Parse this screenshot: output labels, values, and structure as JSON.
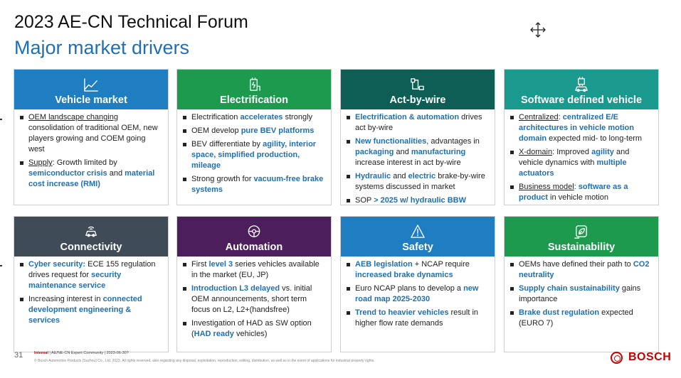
{
  "header": {
    "title": "2023 AE-CN Technical Forum",
    "subtitle": "Major market drivers"
  },
  "cards": [
    {
      "title": "Vehicle market",
      "color": "#1f7dc2",
      "icon": "trend-chart-icon",
      "bullets": [
        [
          {
            "t": "OEM landscape changing",
            "s": "u"
          },
          {
            "t": " consolidation of traditional OEM, new players growing and COEM going west"
          }
        ],
        [
          {
            "t": "Supply",
            "s": "u"
          },
          {
            "t": ": Growth limited by "
          },
          {
            "t": "semiconductor crisis",
            "s": "b"
          },
          {
            "t": " and "
          },
          {
            "t": "material cost increase (RMI)",
            "s": "b"
          }
        ]
      ]
    },
    {
      "title": "Electrification",
      "color": "#1e9a4f",
      "icon": "charging-plug-icon",
      "bullets": [
        [
          {
            "t": "Electrification "
          },
          {
            "t": "accelerates",
            "s": "b"
          },
          {
            "t": " strongly"
          }
        ],
        [
          {
            "t": "OEM develop "
          },
          {
            "t": "pure BEV platforms",
            "s": "b"
          }
        ],
        [
          {
            "t": "BEV differentiate by "
          },
          {
            "t": "agility, interior space, simplified production, mileage",
            "s": "b"
          }
        ],
        [
          {
            "t": "Strong growth for "
          },
          {
            "t": "vacuum-free brake systems",
            "s": "b"
          }
        ]
      ]
    },
    {
      "title": "Act-by-wire",
      "color": "#0f5e55",
      "icon": "network-wire-icon",
      "bullets": [
        [
          {
            "t": "Electrification & automation",
            "s": "b"
          },
          {
            "t": " drives act by-wire"
          }
        ],
        [
          {
            "t": "New functionalities",
            "s": "b"
          },
          {
            "t": ", advantages in "
          },
          {
            "t": "packaging",
            "s": "b"
          },
          {
            "t": " and "
          },
          {
            "t": "manufacturing",
            "s": "b"
          },
          {
            "t": " increase interest in act by-wire"
          }
        ],
        [
          {
            "t": "Hydraulic",
            "s": "b"
          },
          {
            "t": " and "
          },
          {
            "t": "electric",
            "s": "b"
          },
          {
            "t": " brake-by-wire systems discussed in market"
          }
        ],
        [
          {
            "t": "SOP "
          },
          {
            "t": "> 2025 w/ hydraulic BBW",
            "s": "b"
          }
        ]
      ]
    },
    {
      "title": "Software defined vehicle",
      "color": "#1a9a8e",
      "icon": "car-chip-icon",
      "bullets": [
        [
          {
            "t": "Centralized",
            "s": "u"
          },
          {
            "t": ": "
          },
          {
            "t": "centralized E/E architectures in vehicle motion domain",
            "s": "b"
          },
          {
            "t": " expected mid- to long-term"
          }
        ],
        [
          {
            "t": "X-domain",
            "s": "u"
          },
          {
            "t": ": Improved "
          },
          {
            "t": "agility",
            "s": "b"
          },
          {
            "t": " and vehicle dynamics with "
          },
          {
            "t": "multiple actuators",
            "s": "b"
          }
        ],
        [
          {
            "t": "Business model",
            "s": "u"
          },
          {
            "t": ": "
          },
          {
            "t": "software as a product",
            "s": "b"
          },
          {
            "t": " in vehicle motion"
          }
        ]
      ]
    },
    {
      "title": "Connectivity",
      "color": "#3f4b56",
      "icon": "connected-car-icon",
      "bullets": [
        [
          {
            "t": "Cyber security:",
            "s": "b"
          },
          {
            "t": " ECE 155 regulation drives request for "
          },
          {
            "t": "security maintenance service",
            "s": "b"
          }
        ],
        [
          {
            "t": "Increasing interest in "
          },
          {
            "t": "connected development engineering & services",
            "s": "b"
          }
        ]
      ]
    },
    {
      "title": "Automation",
      "color": "#4d1e5c",
      "icon": "steering-sensor-icon",
      "bullets": [
        [
          {
            "t": "First "
          },
          {
            "t": "level 3",
            "s": "b"
          },
          {
            "t": " series vehicles available in the market (EU, JP)"
          }
        ],
        [
          {
            "t": "Introduction L3 delayed",
            "s": "b"
          },
          {
            "t": " vs. initial OEM announcements, short term focus on L2, L2+(handsfree)"
          }
        ],
        [
          {
            "t": "Investigation of HAD as SW option ("
          },
          {
            "t": "HAD ready",
            "s": "b"
          },
          {
            "t": " vehicles)"
          }
        ]
      ]
    },
    {
      "title": "Safety",
      "color": "#1f7dc2",
      "icon": "warning-triangle-icon",
      "bullets": [
        [
          {
            "t": "AEB legislation",
            "s": "b"
          },
          {
            "t": " + NCAP require "
          },
          {
            "t": "increased brake dynamics",
            "s": "b"
          }
        ],
        [
          {
            "t": "Euro NCAP plans to develop a "
          },
          {
            "t": "new road map 2025-2030",
            "s": "b"
          }
        ],
        [
          {
            "t": "Trend to heavier vehicles",
            "s": "b"
          },
          {
            "t": " result in higher flow rate demands"
          }
        ]
      ]
    },
    {
      "title": "Sustainability",
      "color": "#1e9a4f",
      "icon": "leaf-plug-icon",
      "bullets": [
        [
          {
            "t": "OEMs have defined their path to "
          },
          {
            "t": "CO2 neutrality",
            "s": "b"
          }
        ],
        [
          {
            "t": "Supply chain sustainability",
            "s": "b"
          },
          {
            "t": " gains importance"
          }
        ],
        [
          {
            "t": "Brake dust regulation",
            "s": "b"
          },
          {
            "t": " expected (EURO 7)"
          }
        ]
      ]
    }
  ],
  "footer": {
    "page_number": "31",
    "classification": "Internal",
    "info": " | AE/NE-CN Expert Community | 2023-06-30?",
    "copyright": "© Bosch Automotive Products (Suzhou) Co., Ltd. 2023. All rights reserved, also regarding any disposal, exploitation, reproduction, editing, distribution, as well as in the event of applications for industrial property rights.",
    "brand": "BOSCH"
  }
}
